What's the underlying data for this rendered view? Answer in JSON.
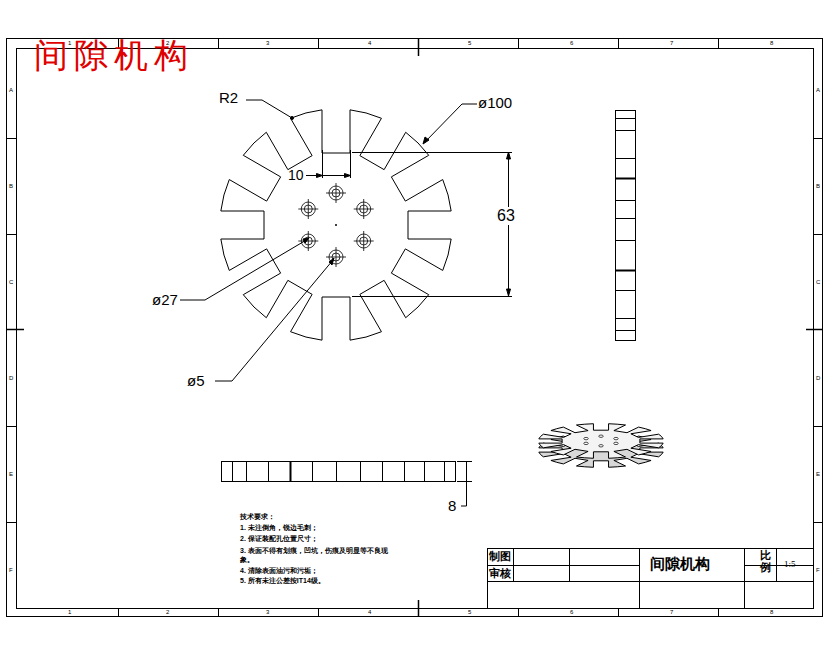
{
  "diagram": {
    "title": "间隙机构",
    "labels": [
      "R2",
      "ø100",
      "10",
      "63",
      "ø27",
      "ø5",
      "8",
      "技术要求：",
      "1. 未注倒角，锐边毛刺；",
      "2. 保证装配孔位置尺寸；",
      "3. 表面不得有划痕，凹坑，伤痕及明显等不良现象。",
      "4. 清除表面油污和污垢；",
      "5. 所有未注公差按IT14级。",
      "制图",
      "审核",
      "间隙机构",
      "比例",
      "1:5",
      "1",
      "2",
      "3",
      "4",
      "5",
      "6",
      "7",
      "8",
      "1",
      "2",
      "3",
      "4",
      "5",
      "6",
      "7",
      "8",
      "A",
      "B",
      "C",
      "D",
      "E",
      "F",
      "A",
      "B",
      "C",
      "D",
      "E",
      "F"
    ]
  }
}
